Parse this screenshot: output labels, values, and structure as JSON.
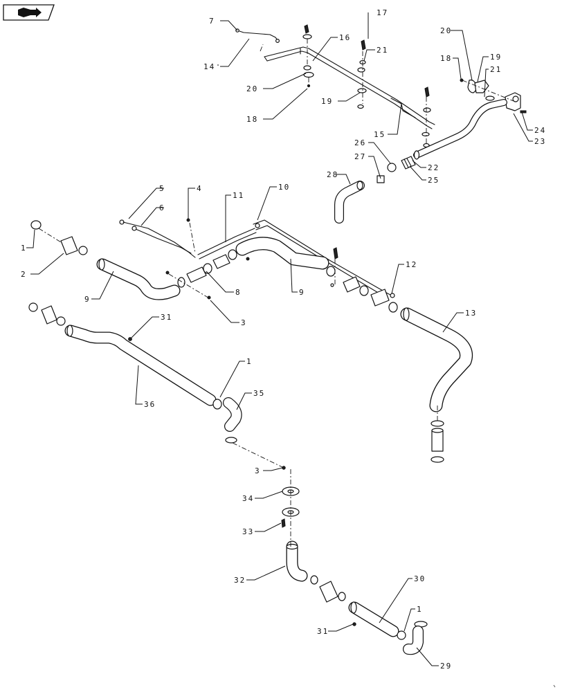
{
  "nav_icon": "book-arrow-icon",
  "callouts": {
    "c1a": "1",
    "c1b": "1",
    "c1c": "1",
    "c2": "2",
    "c3a": "3",
    "c3b": "3",
    "c4": "4",
    "c5": "5",
    "c6": "6",
    "c7": "7",
    "c8": "8",
    "c9a": "9",
    "c9b": "9",
    "c10": "10",
    "c11": "11",
    "c12": "12",
    "c13": "13",
    "c14": "14",
    "c15": "15",
    "c16": "16",
    "c17": "17",
    "c18a": "18",
    "c18b": "18",
    "c19a": "19",
    "c19b": "19",
    "c20a": "20",
    "c20b": "20",
    "c21a": "21",
    "c21b": "21",
    "c22": "22",
    "c23": "23",
    "c24": "24",
    "c25": "25",
    "c26": "26",
    "c27": "27",
    "c28": "28",
    "c29": "29",
    "c30": "30",
    "c31a": "31",
    "c31b": "31",
    "c32": "32",
    "c33": "33",
    "c34": "34",
    "c35": "35",
    "c36": "36"
  }
}
